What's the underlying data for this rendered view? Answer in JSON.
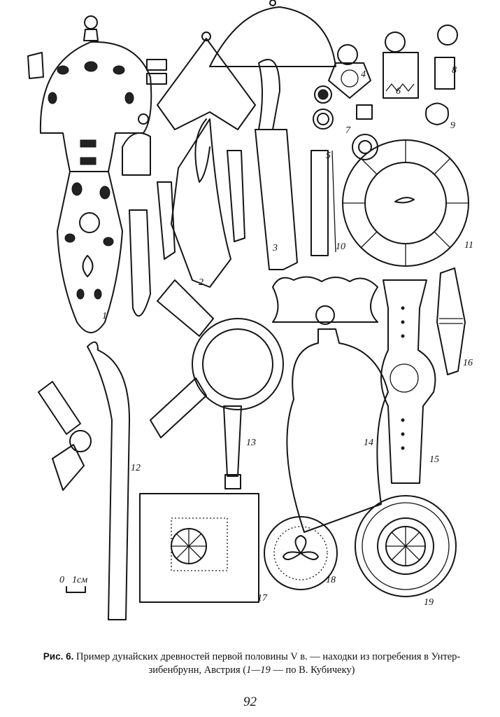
{
  "figure": {
    "item_labels": [
      "1",
      "2",
      "3",
      "4",
      "5",
      "6",
      "7",
      "8",
      "9",
      "10",
      "11",
      "12",
      "13",
      "14",
      "15",
      "16",
      "17",
      "18",
      "19"
    ],
    "scale_bar": {
      "zero": "0",
      "unit": "1см"
    }
  },
  "caption": {
    "figure_number": "Рис. 6.",
    "text_line1": "Пример дунайских древностей первой половины V в. — находки из погребения в Унтер-",
    "text_line2_start": "зибенбрунн, Австрия (",
    "range": "1—19",
    "text_line2_end": " — по В. Кубичеку)"
  },
  "page_number": "92"
}
